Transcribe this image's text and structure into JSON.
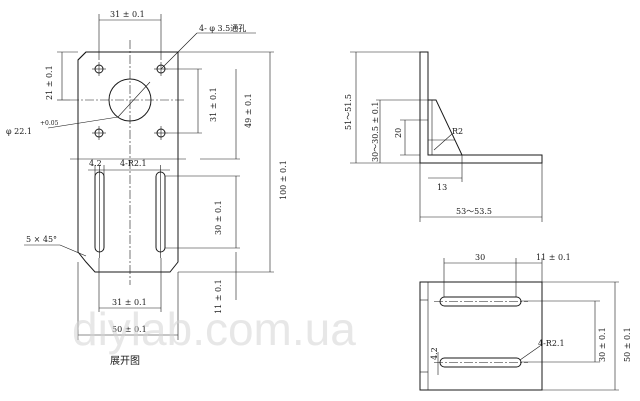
{
  "flat_view": {
    "dims": {
      "top_31": "31 ± 0.1",
      "holes_label": "4- φ 3.5通孔",
      "left_21": "21 ± 0.1",
      "circle_label": "φ 22.1",
      "circle_tol": "+0.05",
      "mid_31": "31 ± 0.1",
      "right_49": "49 ± 0.1",
      "right_100": "100 ± 0.1",
      "slot_4_2": "4.2",
      "slot_r": "4-R2.1",
      "right_30": "30 ± 0.1",
      "chamfer": "5 × 45°",
      "right_11": "11 ± 0.1",
      "bottom_31": "31 ± 0.1",
      "bottom_50": "50 ± 0.1"
    },
    "caption": "展开图"
  },
  "side_view": {
    "dims": {
      "height_51": "51～51.5",
      "range_30": "30～30.5 ± 0.1",
      "dim_20": "20",
      "radius": "R2",
      "dim_13": "13",
      "width_53": "53～53.5"
    }
  },
  "bottom_view": {
    "dims": {
      "top_30": "30",
      "top_11": "11 ± 0.1",
      "dim_4_2": "4.2",
      "slot_r": "4-R2.1",
      "right_30": "30 ± 0.1",
      "right_50": "50 ± 0.1"
    }
  },
  "watermark": "diylab.com.ua"
}
